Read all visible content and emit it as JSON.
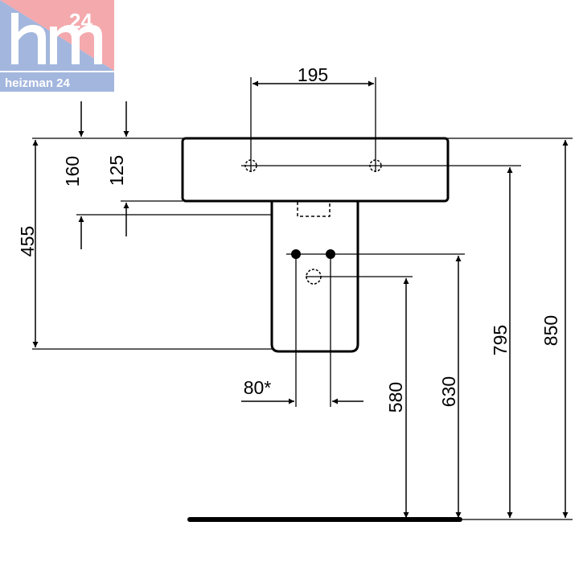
{
  "logo": {
    "main": "hm",
    "number": "24",
    "subtitle": "heizman 24",
    "colors": {
      "blue": "#a3b6dd",
      "pink": "#f4a9ad",
      "white": "#ffffff"
    }
  },
  "dimensions": {
    "tap_hole_spacing": "195",
    "top_to_basin_bottom": "160",
    "top_to_tap_holes": "125",
    "top_to_pedestal_bottom": "455",
    "waste_spacing": "80*",
    "floor_to_small_waste": "580",
    "floor_to_waste": "630",
    "floor_to_tap_holes": "795",
    "floor_to_top": "850"
  },
  "colors": {
    "line": "#000000",
    "background": "#ffffff"
  }
}
